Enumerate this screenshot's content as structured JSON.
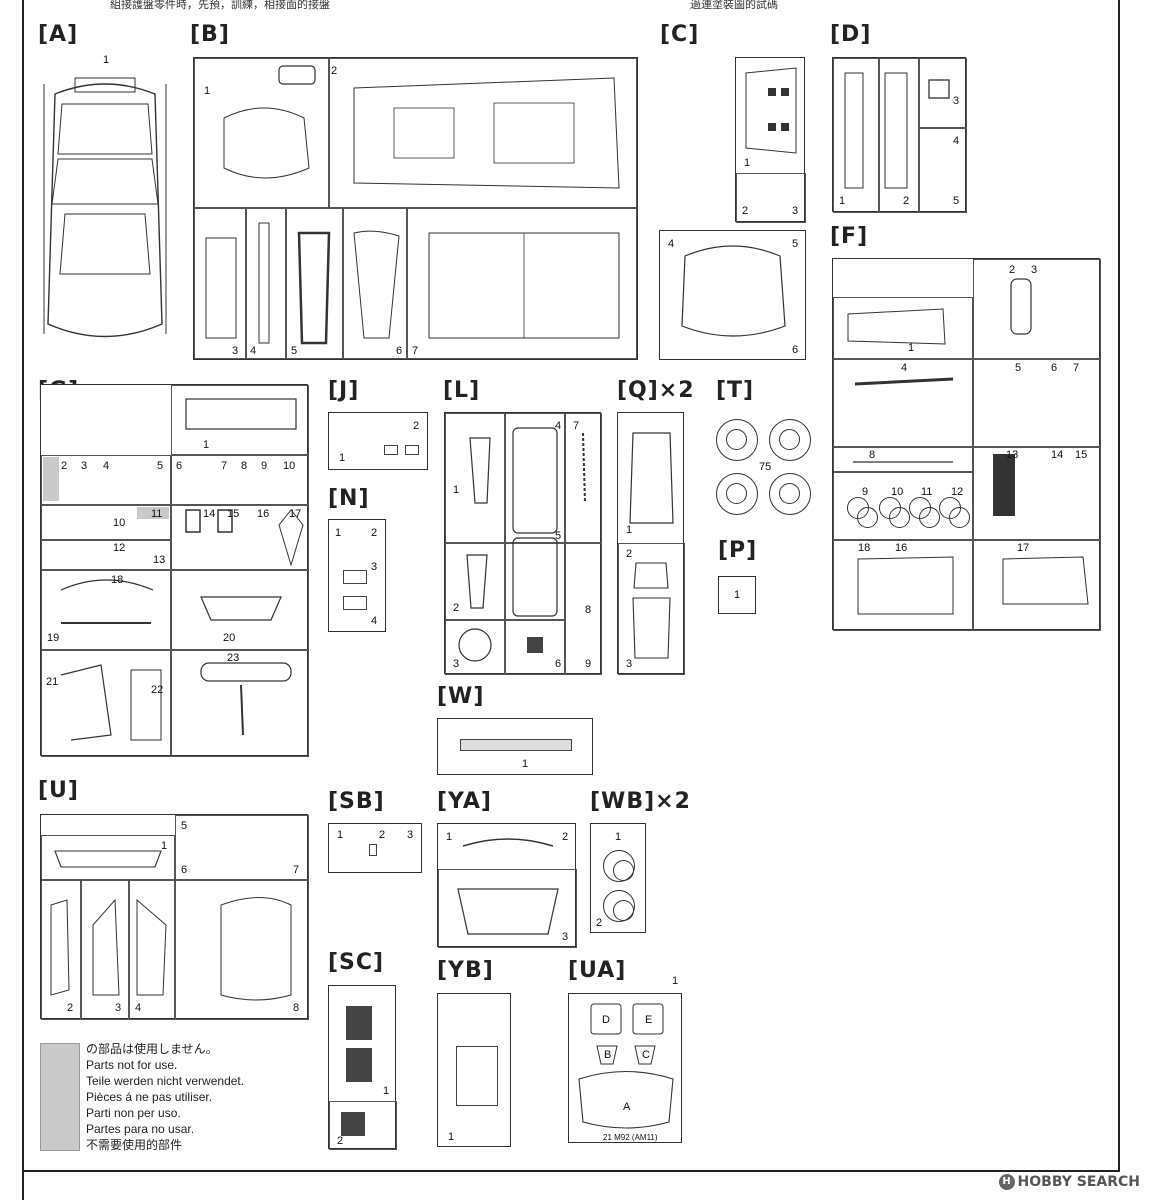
{
  "header": {
    "left_text": "組接護盤零件時，先預，訓練，相接面的接盤",
    "right_text": "過連塗裝圖的試碼"
  },
  "sections": [
    {
      "id": "A",
      "label": "[A]",
      "parts": [
        "1"
      ]
    },
    {
      "id": "B",
      "label": "[B]",
      "parts": [
        "1",
        "2",
        "3",
        "4",
        "5",
        "6",
        "7"
      ]
    },
    {
      "id": "C",
      "label": "[C]",
      "parts": [
        "1",
        "2",
        "3",
        "4",
        "5",
        "6"
      ]
    },
    {
      "id": "D",
      "label": "[D]",
      "parts": [
        "1",
        "2",
        "3",
        "4",
        "5"
      ]
    },
    {
      "id": "F",
      "label": "[F]",
      "parts": [
        "1",
        "2",
        "3",
        "4",
        "5",
        "6",
        "7",
        "8",
        "9",
        "10",
        "11",
        "12",
        "13",
        "14",
        "15",
        "16",
        "17",
        "18"
      ]
    },
    {
      "id": "G",
      "label": "[G]",
      "parts": [
        "1",
        "2",
        "3",
        "4",
        "5",
        "6",
        "7",
        "8",
        "9",
        "10",
        "11",
        "12",
        "13",
        "14",
        "15",
        "16",
        "17",
        "18",
        "19",
        "20",
        "21",
        "22",
        "23"
      ]
    },
    {
      "id": "J",
      "label": "[J]",
      "parts": [
        "1",
        "2"
      ]
    },
    {
      "id": "N",
      "label": "[N]",
      "parts": [
        "1",
        "2",
        "3",
        "4"
      ]
    },
    {
      "id": "L",
      "label": "[L]",
      "parts": [
        "1",
        "2",
        "3",
        "4",
        "5",
        "6",
        "7",
        "8",
        "9"
      ]
    },
    {
      "id": "Q",
      "label": "[Q]×2",
      "parts": [
        "1",
        "2",
        "3"
      ]
    },
    {
      "id": "T",
      "label": "[T]",
      "parts": [
        "75"
      ]
    },
    {
      "id": "P",
      "label": "[P]",
      "parts": [
        "1"
      ]
    },
    {
      "id": "W",
      "label": "[W]",
      "parts": [
        "1"
      ]
    },
    {
      "id": "U",
      "label": "[U]",
      "parts": [
        "1",
        "2",
        "3",
        "4",
        "5",
        "6",
        "7",
        "8"
      ]
    },
    {
      "id": "SB",
      "label": "[SB]",
      "parts": [
        "1",
        "2",
        "3"
      ]
    },
    {
      "id": "YA",
      "label": "[YA]",
      "parts": [
        "1",
        "2",
        "3"
      ]
    },
    {
      "id": "WB",
      "label": "[WB]×2",
      "parts": [
        "1",
        "2"
      ]
    },
    {
      "id": "SC",
      "label": "[SC]",
      "parts": [
        "1",
        "2"
      ]
    },
    {
      "id": "YB",
      "label": "[YB]",
      "parts": [
        "1"
      ]
    },
    {
      "id": "UA",
      "label": "[UA]",
      "parts": [
        "1"
      ],
      "markers": [
        "D",
        "E",
        "B",
        "C",
        "A"
      ],
      "footer": "21 M92 (AM11)"
    }
  ],
  "not_used_note": [
    "の部品は使用しません。",
    "Parts not for use.",
    "Teile werden nicht verwendet.",
    "Pièces á ne pas utiliser.",
    "Parti non per uso.",
    "Partes para no usar.",
    "不需要使用的部件"
  ],
  "watermark": "HOBBY SEARCH",
  "colors": {
    "line": "#333333",
    "shade": "#c9c9c9"
  }
}
